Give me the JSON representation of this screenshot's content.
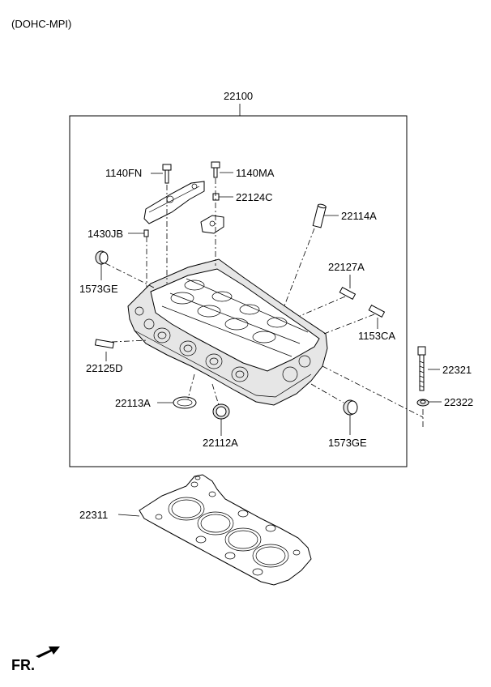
{
  "header": {
    "title": "(DOHC-MPI)"
  },
  "assembly": {
    "number": "22100"
  },
  "parts": {
    "p1140FN": "1140FN",
    "p1140MA": "1140MA",
    "p22124C": "22124C",
    "p22114A": "22114A",
    "p1430JB": "1430JB",
    "p1573GE_top": "1573GE",
    "p22127A": "22127A",
    "p1153CA": "1153CA",
    "p22125D": "22125D",
    "p22321": "22321",
    "p22113A": "22113A",
    "p22322": "22322",
    "p22112A": "22112A",
    "p1573GE_bottom": "1573GE",
    "p22311": "22311"
  },
  "footer": {
    "direction_label": "FR."
  }
}
